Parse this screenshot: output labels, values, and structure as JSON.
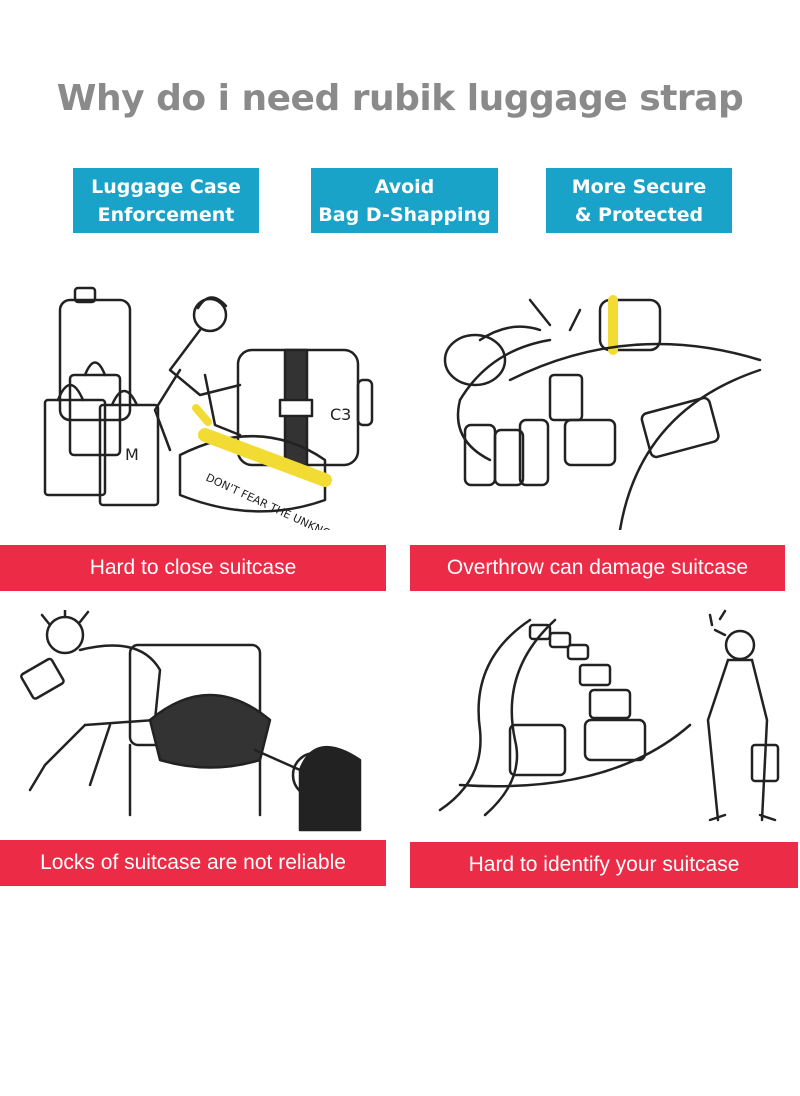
{
  "title": "Why do i need rubik luggage strap",
  "badges": [
    {
      "line1": "Luggage Case",
      "line2": "Enforcement"
    },
    {
      "line1": "Avoid",
      "line2": "Bag D-Shapping"
    },
    {
      "line1": "More Secure",
      "line2": "& Protected"
    }
  ],
  "captions": [
    "Hard to close suitcase",
    "Overthrow can damage suitcase",
    "Locks of suitcase are not reliable",
    "Hard to identify your suitcase"
  ],
  "colors": {
    "badge": "#1aa3c8",
    "caption": "#ec2b46",
    "title": "#8a8a8a",
    "strap_yellow": "#f2dc33"
  }
}
